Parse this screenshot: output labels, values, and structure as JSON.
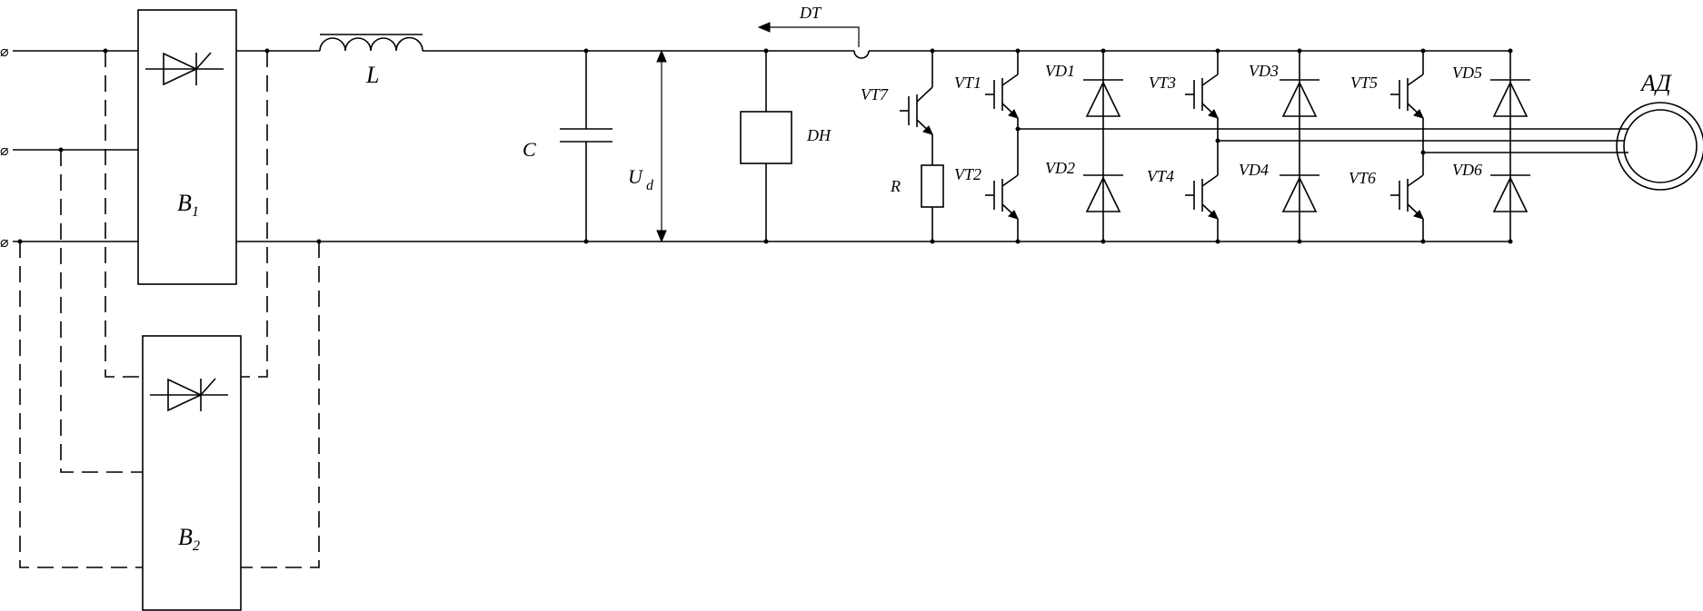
{
  "labels": {
    "b1": {
      "main": "B",
      "sub": "1"
    },
    "b2": {
      "main": "B",
      "sub": "2"
    },
    "inductor": "L",
    "capacitor": "C",
    "voltage": {
      "main": "U",
      "sub": "d"
    },
    "brake_sensor": "DH",
    "dt": "DT",
    "resistor": "R",
    "motor": "АД",
    "transistors": [
      "VT1",
      "VT2",
      "VT3",
      "VT4",
      "VT5",
      "VT6",
      "VT7"
    ],
    "diodes": [
      "VD1",
      "VD2",
      "VD3",
      "VD4",
      "VD5",
      "VD6"
    ]
  },
  "terminal_symbol": "⌀",
  "colors": {
    "line": "#000000",
    "background": "#ffffff"
  }
}
